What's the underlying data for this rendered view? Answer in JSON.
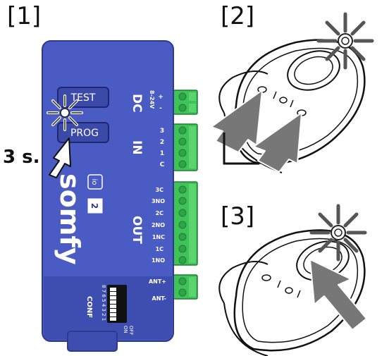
{
  "steps": [
    "[1]",
    "[2]",
    "[3]"
  ],
  "hold": {
    "duration": "3 s."
  },
  "receiver": {
    "buttons": [
      "TEST",
      "PROG"
    ],
    "brand": "somfy",
    "dc": {
      "title": "DC",
      "voltage": "8-24V",
      "plus": "+",
      "minus": "-"
    },
    "in": {
      "title": "IN",
      "terminals": [
        "3",
        "2",
        "1",
        "C"
      ]
    },
    "out": {
      "title": "OUT",
      "terminals": [
        "3C",
        "3NO",
        "2C",
        "2NO",
        "1NC",
        "1C",
        "1NO"
      ]
    },
    "ant": {
      "terminals": [
        "ANT+",
        "ANT-"
      ]
    },
    "conf": {
      "title": "CONF",
      "numbers": "8 7 6 5 4 3 2 1",
      "off": "OFF",
      "on": "ON"
    },
    "badges": [
      "io",
      "2"
    ]
  },
  "colors": {
    "board": "#4a5bc4",
    "board_dark": "#2e3a8e",
    "terminal": "#3fc258",
    "terminal_dark": "#1f7d33",
    "arrow": "#666666"
  }
}
